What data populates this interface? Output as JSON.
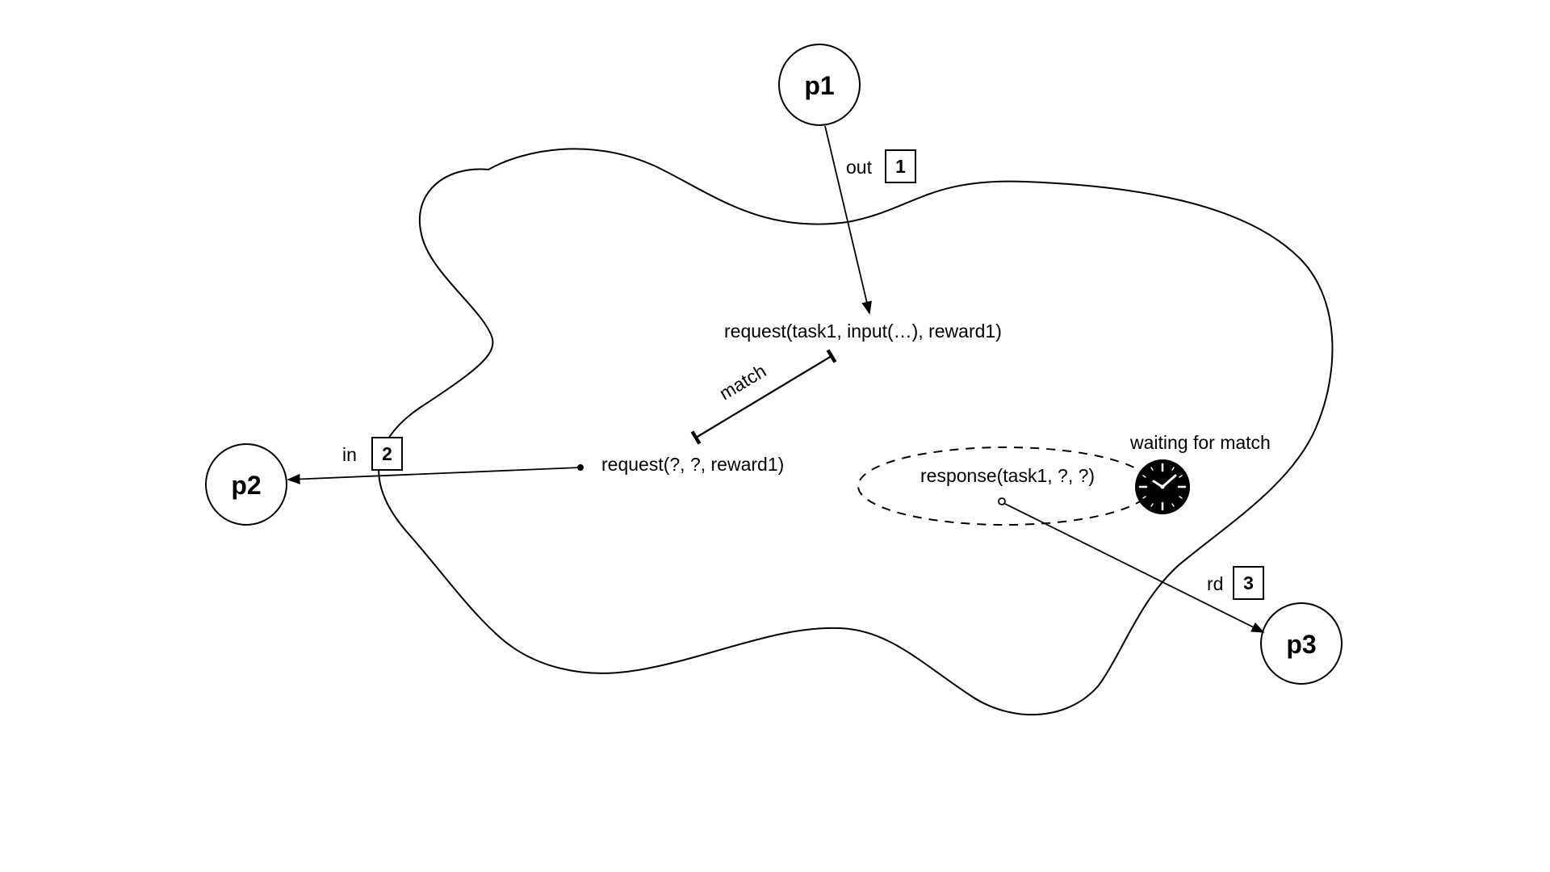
{
  "processes": {
    "p1": "p1",
    "p2": "p2",
    "p3": "p3"
  },
  "tuples": {
    "request_full": "request(task1, input(…), reward1)",
    "request_template": "request(?, ?, reward1)",
    "response_template": "response(task1, ?, ?)"
  },
  "operations": {
    "out": {
      "label": "out",
      "step": "1"
    },
    "in": {
      "label": "in",
      "step": "2"
    },
    "rd": {
      "label": "rd",
      "step": "3"
    }
  },
  "match_label": "match",
  "waiting_label": "waiting for match",
  "icons": {
    "waiting": "clock-icon"
  },
  "colors": {
    "stroke": "#000000",
    "background": "#ffffff"
  }
}
